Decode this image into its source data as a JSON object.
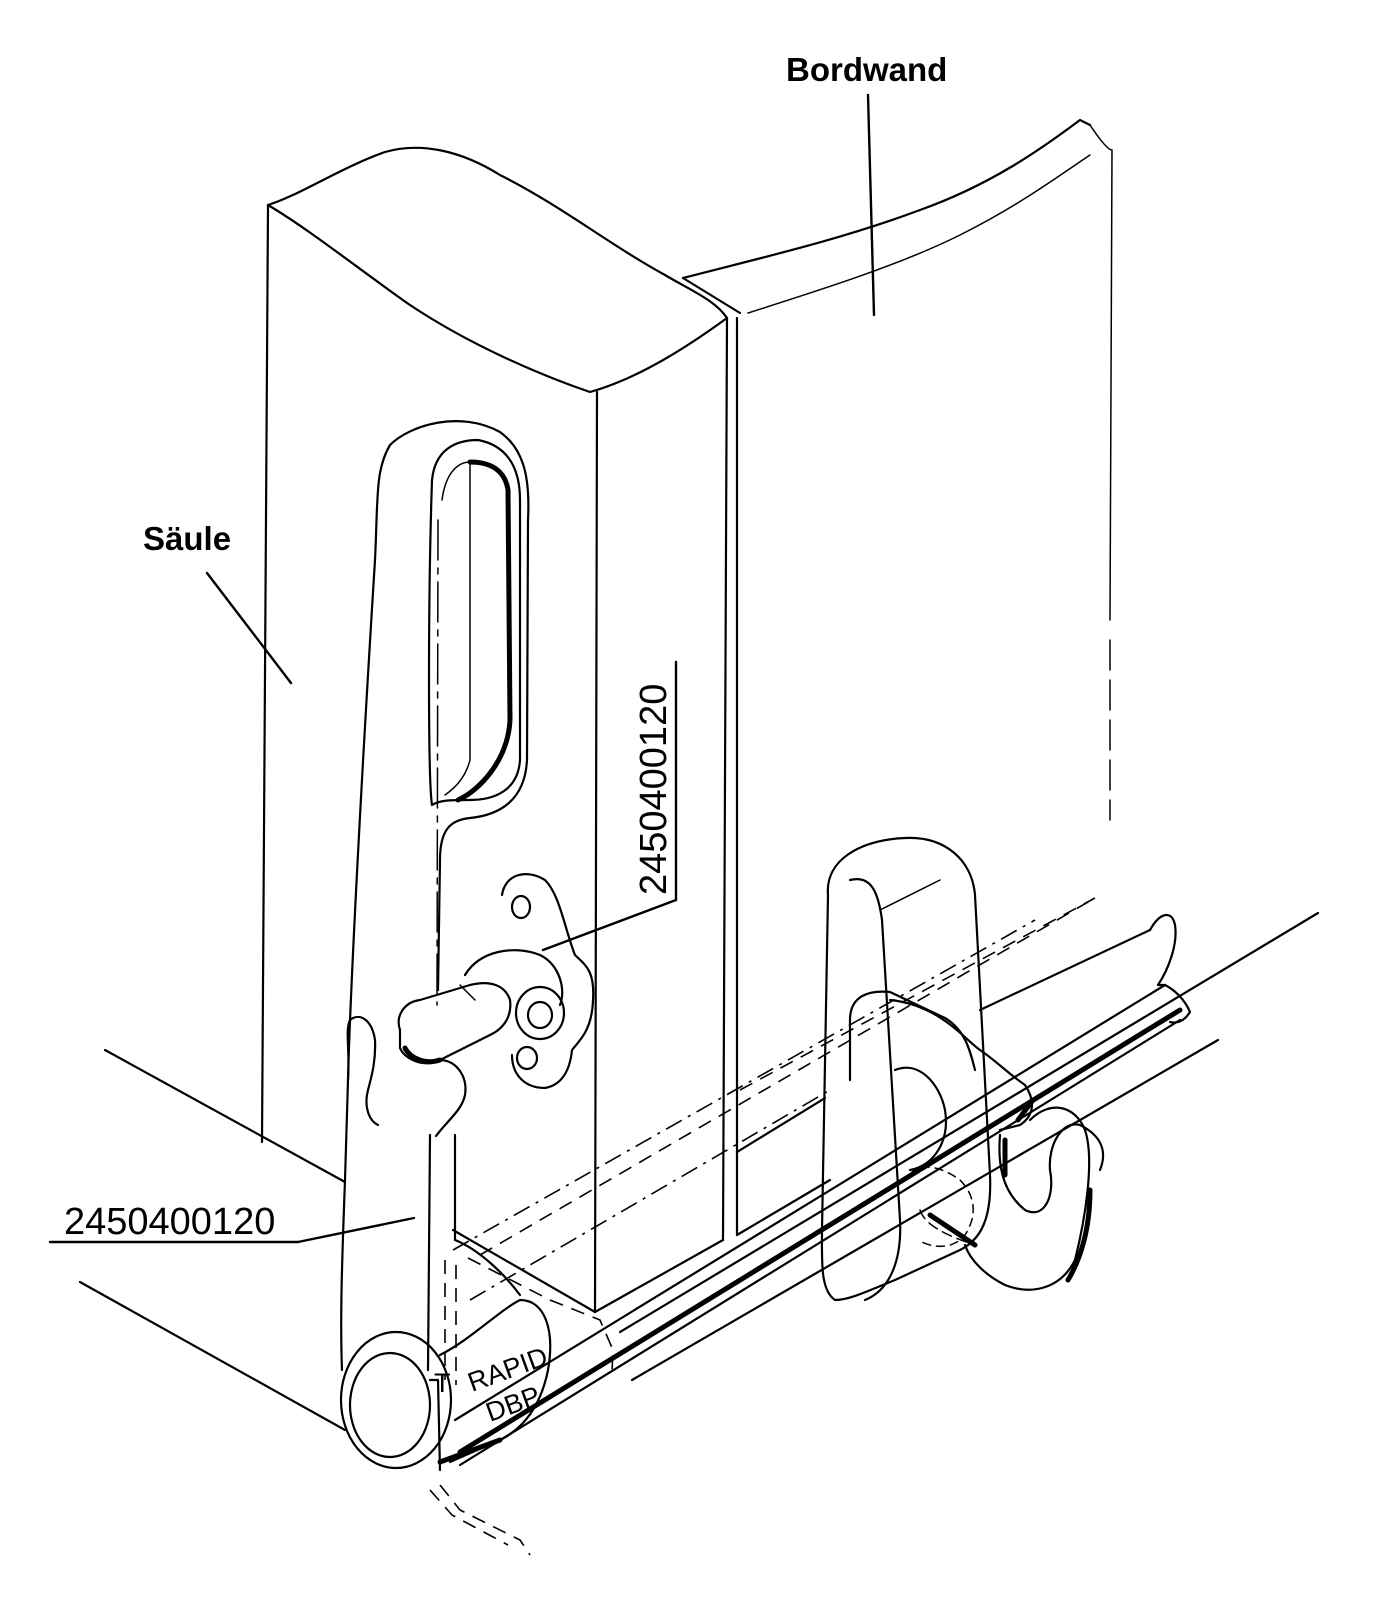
{
  "labels": {
    "board_wall": "Bordwand",
    "post": "Säule",
    "part_number_vertical": "2450400120",
    "part_number_horizontal": "2450400120"
  },
  "stamp": {
    "line1": "RAPID",
    "line2": "DBP",
    "mark": "T"
  }
}
